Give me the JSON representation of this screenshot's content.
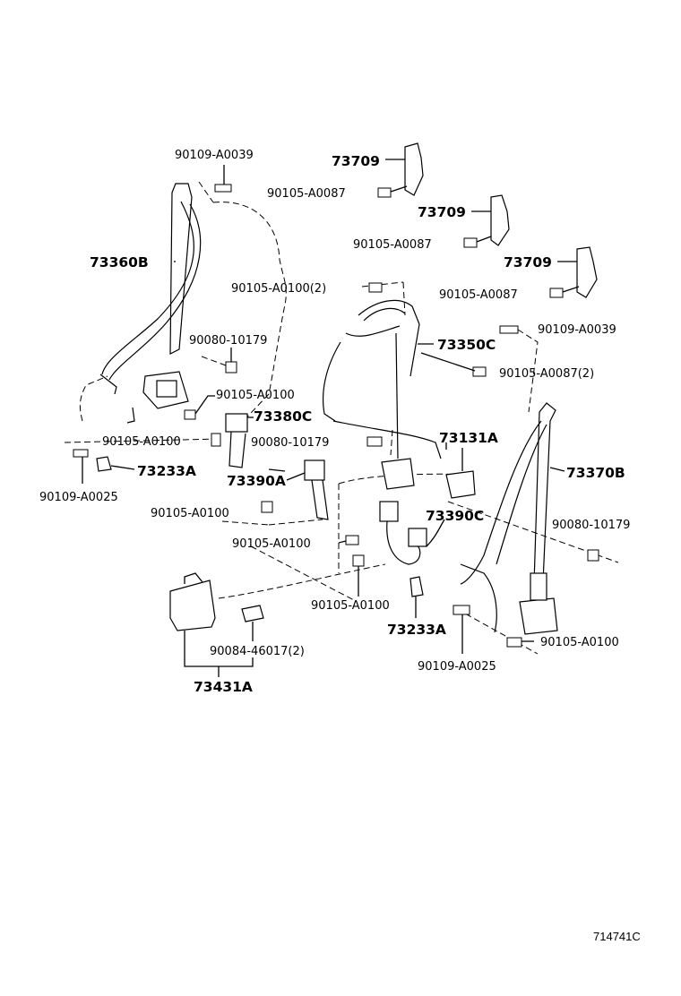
{
  "labels": {
    "p_90109_A0039_top": "90109-A0039",
    "p_73709_1": "73709",
    "p_90105_A0087_1": "90105-A0087",
    "p_73709_2": "73709",
    "p_90105_A0087_2": "90105-A0087",
    "p_73709_3": "73709",
    "p_90105_A0087_3": "90105-A0087",
    "p_73360B": "73360B",
    "p_90105_A0100_2": "90105-A0100(2)",
    "p_90109_A0039_right": "90109-A0039",
    "p_90080_10179_left": "90080-10179",
    "p_73350C": "73350C",
    "p_90105_A0087_x2": "90105-A0087(2)",
    "p_90105_A0100_left": "90105-A0100",
    "p_73380C": "73380C",
    "p_90105_A0100_mid": "90105-A0100",
    "p_90080_10179_center": "90080-10179",
    "p_73131A": "73131A",
    "p_73233A_left": "73233A",
    "p_73370B": "73370B",
    "p_90109_A0025_left": "90109-A0025",
    "p_73390A": "73390A",
    "p_90105_A0100_lower1": "90105-A0100",
    "p_73390C": "73390C",
    "p_90080_10179_right": "90080-10179",
    "p_90105_A0100_lower2": "90105-A0100",
    "p_90105_A0100_lower3": "90105-A0100",
    "p_73233A_center": "73233A",
    "p_90105_A0100_right": "90105-A0100",
    "p_90084_46017": "90084-46017(2)",
    "p_90109_A0025_center": "90109-A0025",
    "p_73431A": "73431A",
    "diagram_id": "714741C"
  }
}
